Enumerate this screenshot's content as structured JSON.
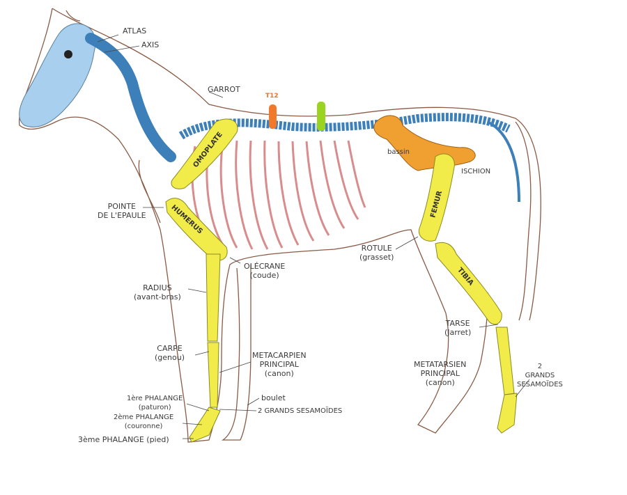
{
  "title": "Squelette du cheval",
  "colors": {
    "outline": "#8a5a44",
    "skull": "#a9cfee",
    "vertebrae": "#3d7fb8",
    "ribs": "#e9a7a7",
    "limb": "#f2ec4a",
    "pelvis": "#f0a030",
    "t12": "#f07a2a",
    "marker": "#9ad420"
  },
  "labels": {
    "atlas": "ATLAS",
    "axis": "AXIS",
    "garrot": "GARROT",
    "t12": "T12",
    "bassin": "bassin",
    "ischion": "ISCHION",
    "pointe_epaule": [
      "POINTE",
      "DE L'EPAULE"
    ],
    "olecrane": [
      "OLÉCRANE",
      "(coude)"
    ],
    "radius": [
      "RADIUS",
      "(avant-bras)"
    ],
    "carpe": [
      "CARPE",
      "(genou)"
    ],
    "metacarpien": [
      "METACARPIEN",
      "PRINCIPAL",
      "(canon)"
    ],
    "boulet": "boulet",
    "phalange1": [
      "1ère PHALANGE",
      "(paturon)"
    ],
    "phalange2": [
      "2ème PHALANGE",
      "(couronne)"
    ],
    "phalange3": "3ème PHALANGE (pied)",
    "sesamoides_front": "2 GRANDS SESAMOÏDES",
    "rotule": [
      "ROTULE",
      "(grasset)"
    ],
    "tarse": [
      "TARSE",
      "(Jarret)"
    ],
    "metatarsien": [
      "METATARSIEN",
      "PRINCIPAL",
      "(canon)"
    ],
    "sesamoides_hind": [
      "2",
      "GRANDS",
      "SESAMOÏDES"
    ]
  },
  "bones": {
    "omoplate": "OMOPLATE",
    "humerus": "HUMERUS",
    "femur": "FEMUR",
    "tibia": "TIBIA"
  }
}
